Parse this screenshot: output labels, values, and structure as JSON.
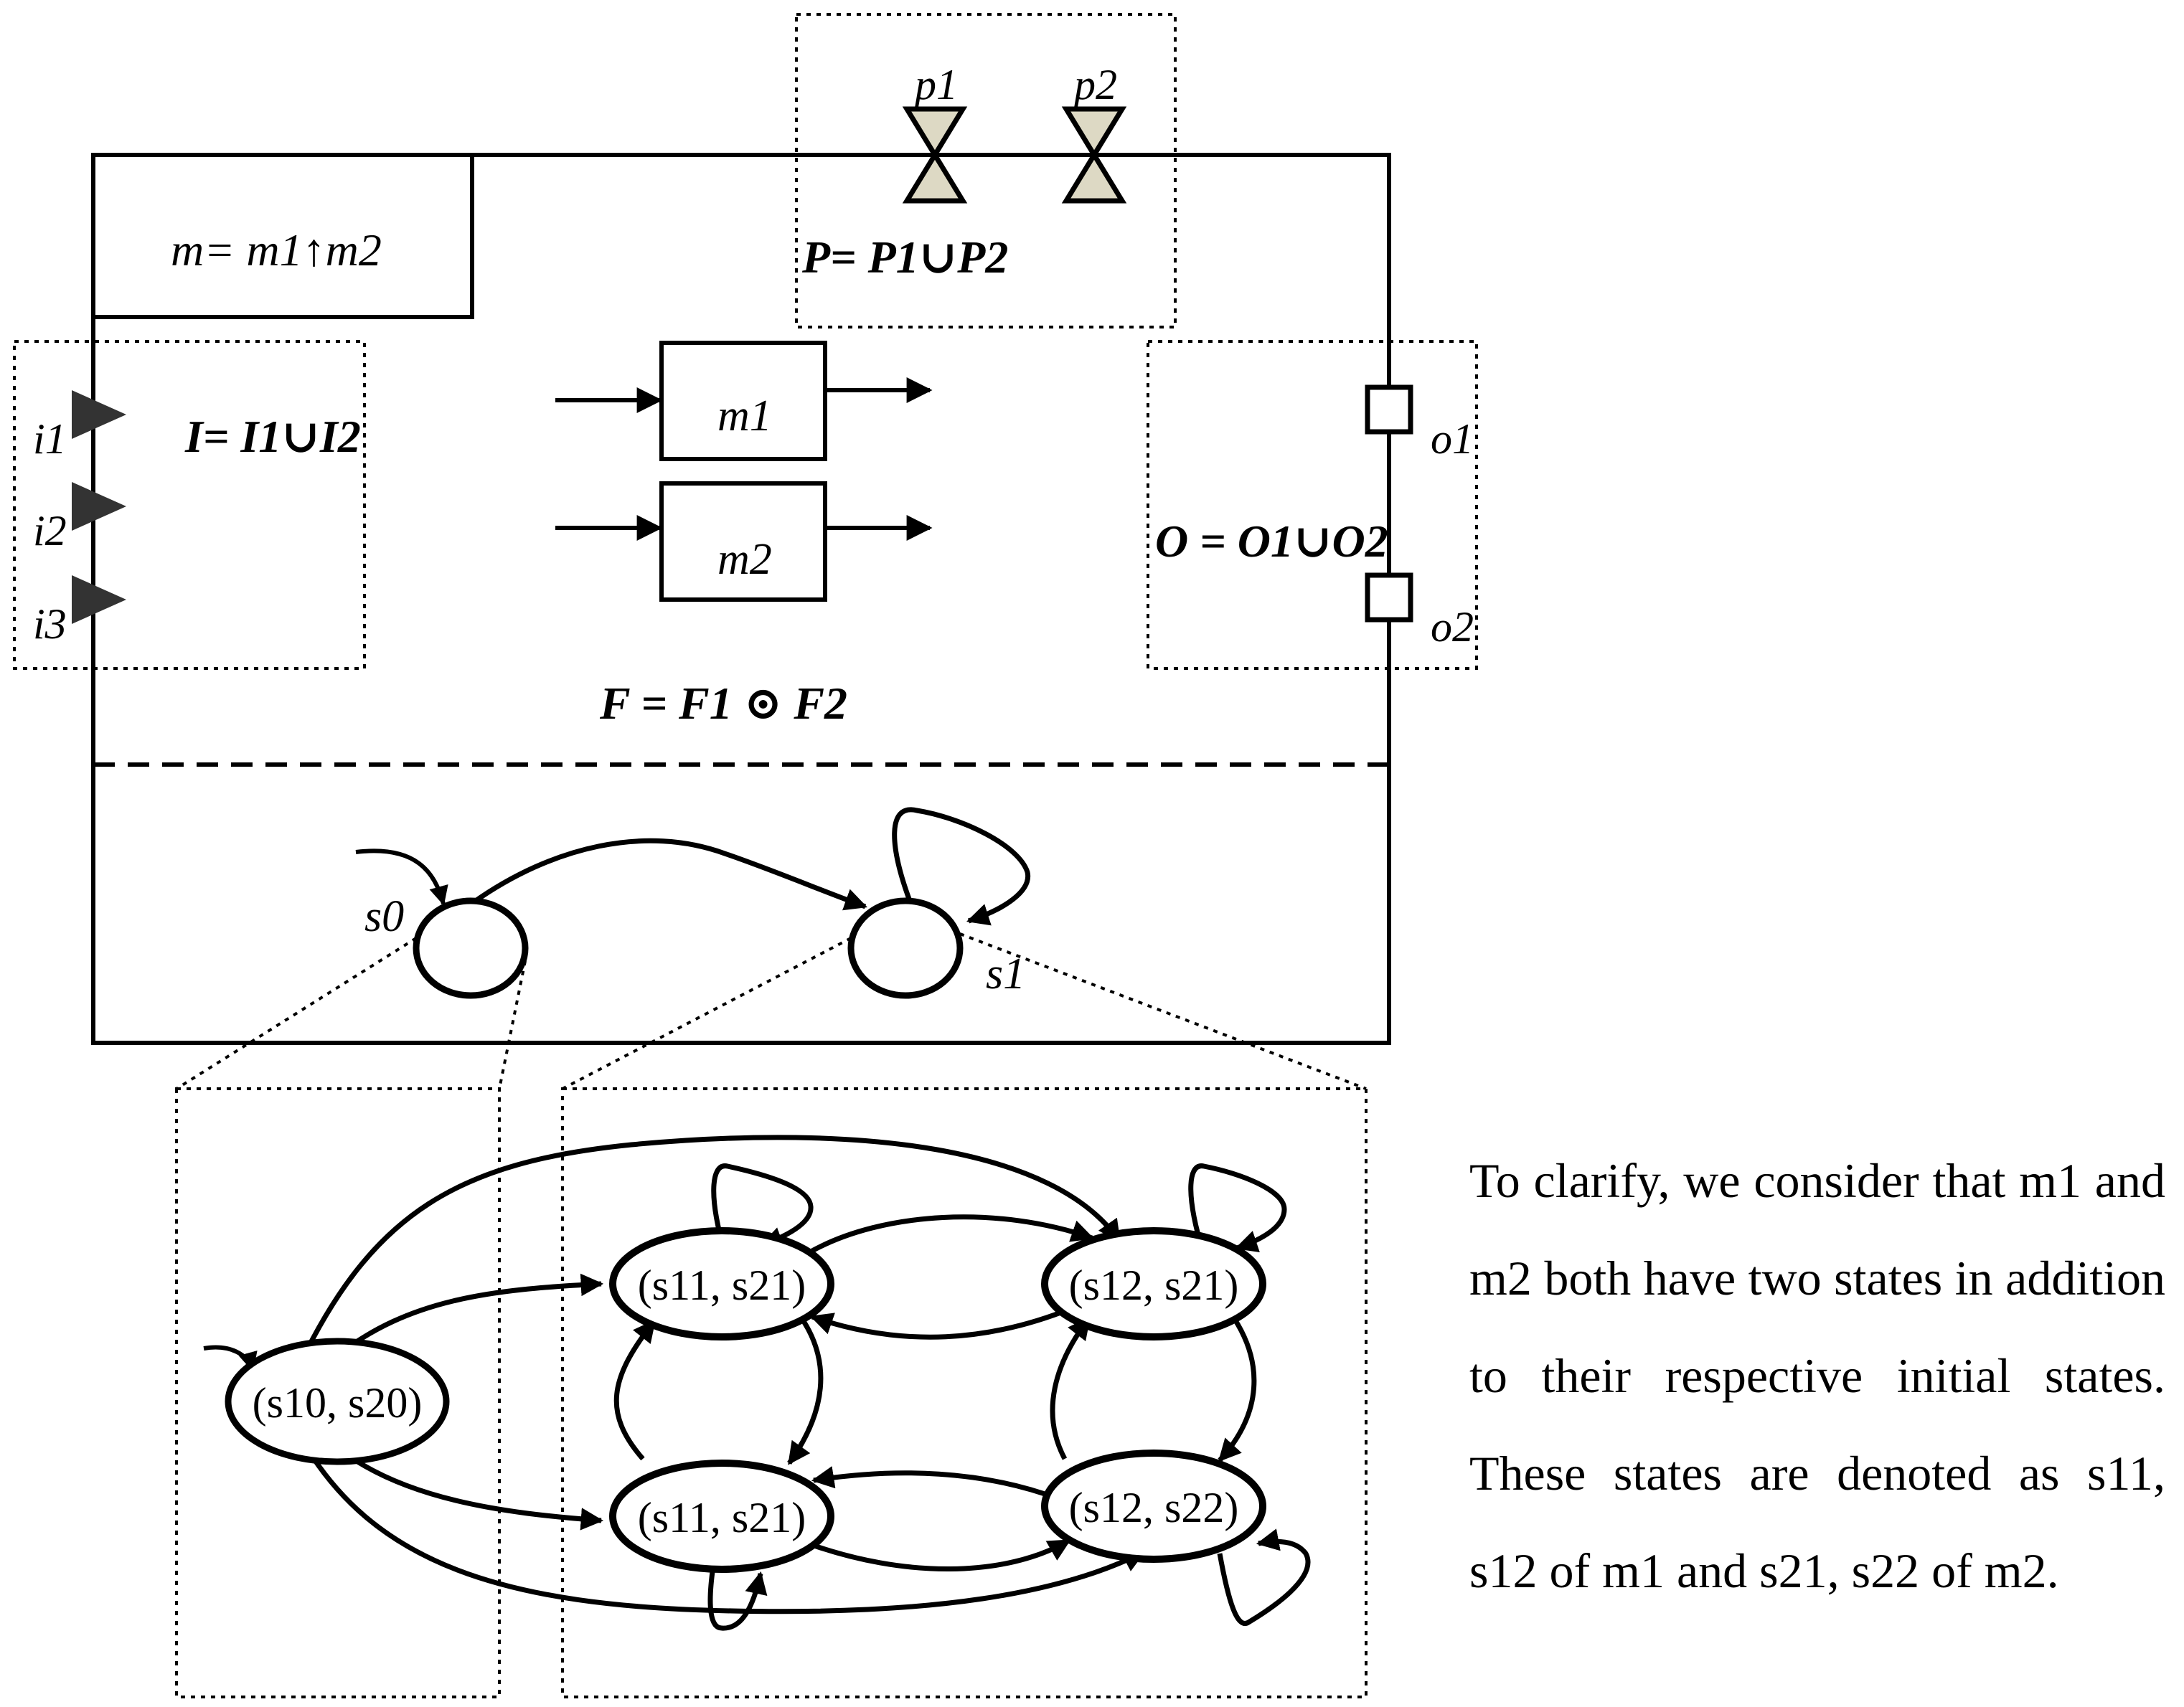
{
  "top_box": {
    "composition_label": "m= m1↑m2",
    "ports_label": "P= P1∪P2",
    "inputs_label": "I= I1∪I2",
    "outputs_label": "O = O1∪O2",
    "function_label": "F = F1 ⊙ F2",
    "input_ports": [
      "i1",
      "i2",
      "i3"
    ],
    "output_ports": [
      "o1",
      "o2"
    ],
    "parameter_ports": [
      "p1",
      "p2"
    ],
    "submodules": [
      "m1",
      "m2"
    ],
    "states": [
      "s0",
      "s1"
    ]
  },
  "expanded_states": {
    "initial": "(s10, s20)",
    "nodes": [
      "(s11, s21)",
      "(s12, s21)",
      "(s11, s21)",
      "(s12, s22)"
    ]
  },
  "note": {
    "text": "To clarify, we consider that m1 and m2 both have two states in addition to their respective initial states. These states are denoted as s11, s12 of m1 and s21, s22 of m2."
  },
  "colors": {
    "line": "#000000",
    "input_triangle": "#333333",
    "parameter_fill": "#ddd9c4"
  }
}
